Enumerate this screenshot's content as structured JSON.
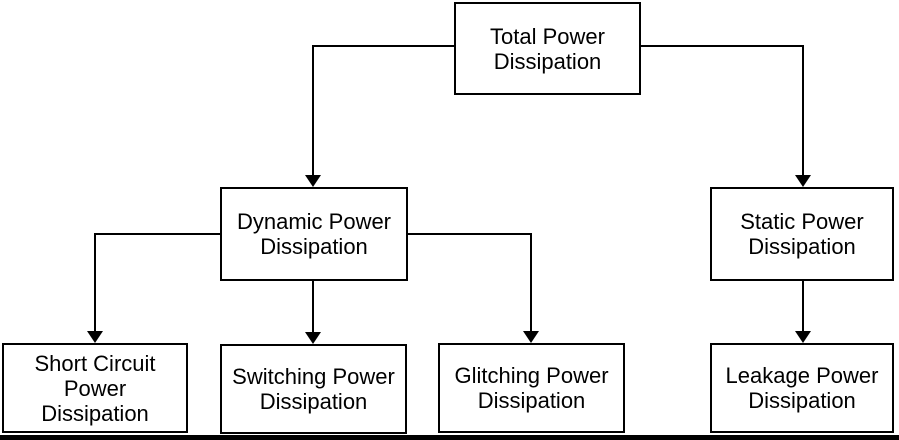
{
  "diagram": {
    "type": "tree",
    "background_color": "#ffffff",
    "line_color": "#000000",
    "text_color": "#000000",
    "nodes": {
      "total": {
        "label": "Total Power Dissipation"
      },
      "dynamic": {
        "label": "Dynamic Power Dissipation"
      },
      "static": {
        "label": "Static Power Dissipation"
      },
      "short_circuit": {
        "label": "Short Circuit Power Dissipation"
      },
      "switching": {
        "label": "Switching Power Dissipation"
      },
      "glitching": {
        "label": "Glitching Power Dissipation"
      },
      "leakage": {
        "label": "Leakage Power Dissipation"
      }
    },
    "edges": [
      {
        "from": "total",
        "to": "dynamic",
        "arrow": "down"
      },
      {
        "from": "total",
        "to": "static",
        "arrow": "down"
      },
      {
        "from": "dynamic",
        "to": "short_circuit",
        "arrow": "down"
      },
      {
        "from": "dynamic",
        "to": "switching",
        "arrow": "down"
      },
      {
        "from": "dynamic",
        "to": "glitching",
        "arrow": "down"
      },
      {
        "from": "static",
        "to": "leakage",
        "arrow": "down"
      }
    ]
  }
}
